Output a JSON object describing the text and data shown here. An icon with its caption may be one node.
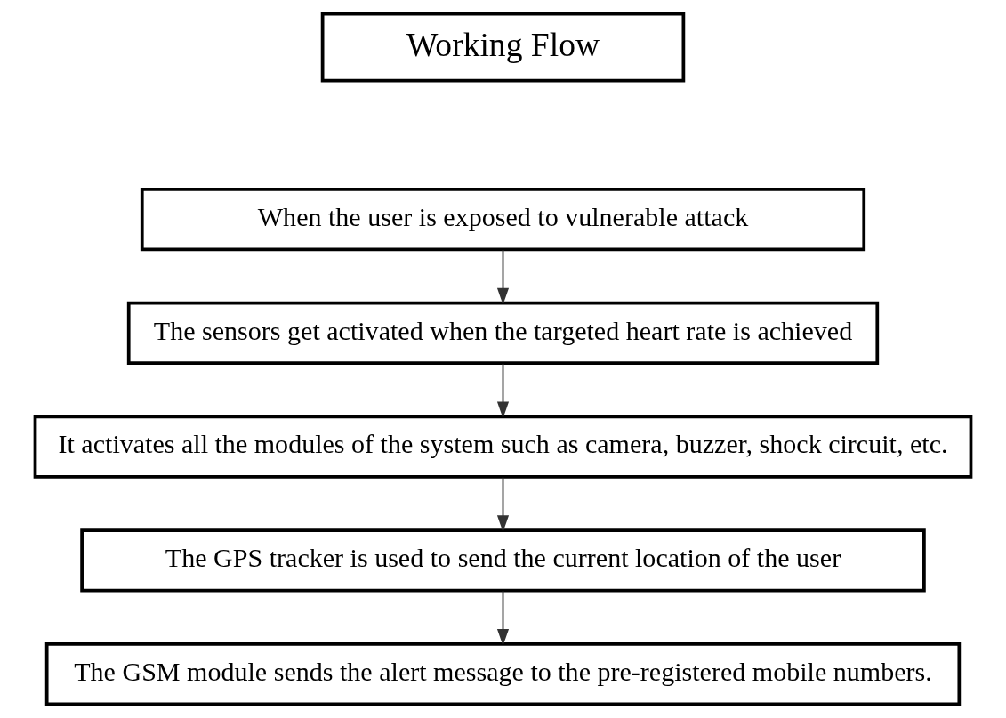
{
  "diagram": {
    "nodes": [
      {
        "text": [
          "Working Flow"
        ]
      },
      {
        "text": [
          "When the user is exposed to vulnerable attack"
        ]
      },
      {
        "text": [
          "The sensors get activated when the targeted heart rate is achieved"
        ]
      },
      {
        "text": [
          "It activates all the modules of the system such as camera, buzzer, shock circuit, etc."
        ]
      },
      {
        "text": [
          "The GPS tracker is used to send the current location of the user"
        ]
      },
      {
        "text": [
          "The GSM module sends the alert message to the pre-registered mobile numbers."
        ]
      }
    ],
    "edges": [
      {
        "from": 1,
        "to": 2,
        "arrow": "to"
      },
      {
        "from": 2,
        "to": 3,
        "arrow": "to"
      },
      {
        "from": 3,
        "to": 4,
        "arrow": "to"
      },
      {
        "from": 4,
        "to": 5,
        "arrow": "to"
      }
    ]
  }
}
